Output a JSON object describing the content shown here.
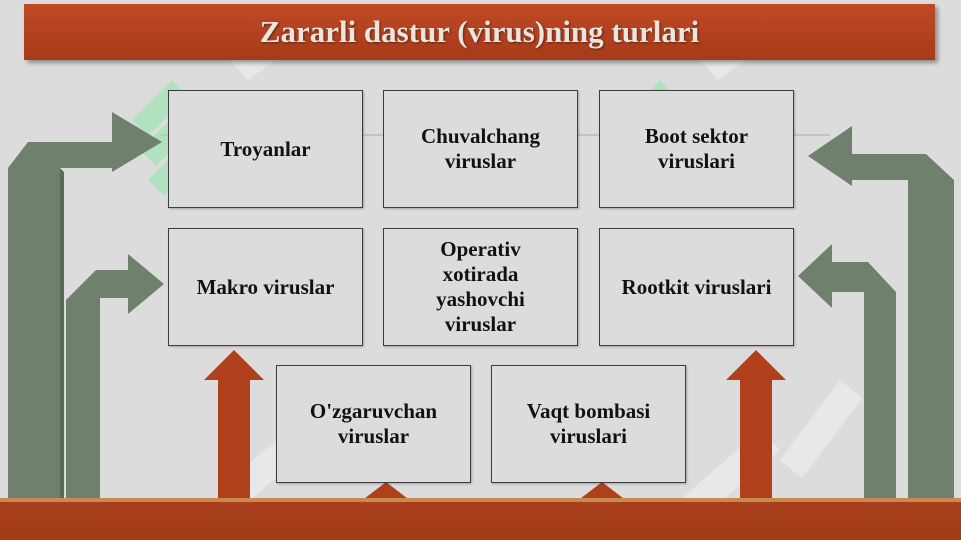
{
  "title": "Zararli dastur (virus)ning turlari",
  "colors": {
    "title_bg": "#a63a1a",
    "title_text": "#ece4de",
    "background": "#dcdcdc",
    "box_border": "#3c3c3c",
    "green_arrow": "#6f806c",
    "orange_arrow": "#b0401c",
    "watermark": "#8fe0a8"
  },
  "virus_types": {
    "troyanlar": "Troyanlar",
    "chuvalchang": "Chuvalchang\nviruslar",
    "boot_sektor": "Boot sektor\nviruslari",
    "makro": "Makro viruslar",
    "operativ": "Operativ\nxotirada\nyashovchi\nviruslar",
    "rootkit": "Rootkit viruslari",
    "ozgaruvchan": "O'zgaruvchan\nviruslar",
    "vaqt_bombasi": "Vaqt bombasi\nviruslari"
  }
}
